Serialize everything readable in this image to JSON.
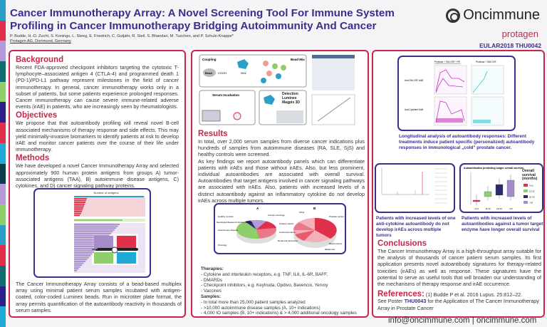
{
  "header": {
    "title": "Cancer Immunotherapy Array: A Novel Screening Tool For Immune System Profiling in Cancer Immunotherapy Bridging Autoimmunity And Cancer",
    "authors": "P. Budde, H.-D. Zucht, S. Konings, L. Steeg, E. Friedrich, C. Gutjahr, R. Steil, S. Bhandari, M. Tuschen, and P. Schulz-Knappe*",
    "affiliation": "Protagen AG, Dortmund, Germany",
    "logo": "Oncimmune",
    "logo2": "protagen",
    "poster_id": "EULAR2018 THU0042"
  },
  "left": {
    "background_h": "Background",
    "background": "Recent FDA-approved checkpoint inhibitors targeting the cytotoxic T-lymphocyte–associated antigen 4 (CTLA-4) and programmed death 1 (PD-1)/PD-L1 pathway represent milestones in the field of cancer immunotherapy. In general, cancer immunotherapy works only in a subset of patients, but some patients experience prolonged responses. Cancer immunotherapy can cause severe immune-related adverse events (irAE) in patients, who are increasingly seen by rheumatologists.",
    "objectives_h": "Objectives",
    "objectives": "We propose that that autoantibody profiling will reveal novel B-cell associated mechanisms of therapy response and side effects. This may yield minimally-invasive biomarkers to identify patients at risk to develop irAE and monitor cancer patients over the course of their life under immunotherapy.",
    "methods_h": "Methods",
    "methods": "We have developed a novel Cancer Immunotherapy Array and selected approximately 900 human protein antigens from groups A) tumor-associated antigens (TAA), B) autoimmune disease antigens, C) cytokines, and D) cancer signaling pathway proteins.",
    "fig_title": "Number of antigens",
    "methods2": "The Cancer Immunotherapy Array consists of a bead-based multiplex array using minimal patient serum samples incubated with antigen-coated, color-coded Luminex beads. Run in microtiter plate format, the array permits quantification of the autoantibody reactivity in thousands of serum samples."
  },
  "middle": {
    "workflow": {
      "coupling": "Coupling",
      "bead": "Bead",
      "cooh": "COOH",
      "nh2": "NH2",
      "bead_mix": "Bead Mix",
      "serum": "Serum Incubation",
      "detection": "Detection Luminex Magpix 3D"
    },
    "results_h": "Results",
    "results": "In total, over 2,000 serum samples from diverse cancer indications plus hundreds of samples from autoimmune diseases (RA, SLE, SjS) and healthy controls were screened.\nAs key findings we report autoantibody panels which can differentiate patients with irAEs and those without irAEs. Also, but less prominent, individual autoantibodies are associated with overall survival. Autoantibodies that target antigens involved in cancer signaling pathways are associated with irAEs. Also, patients with increased levels of a distinct autoantibody against an inflammatory cytokine do not develop irAEs across multiple tumors.",
    "pieA": {
      "label": "A",
      "slices": [
        "Healthy controls",
        "Neurological diseases & Infectious diseases",
        "Autoimmune disease",
        "Oncology",
        "Immuno-oncology"
      ]
    },
    "pieB": {
      "label": "B",
      "slices": [
        "Other",
        "Prostate cancer",
        "Ovarian cancer",
        "Colorectal cancer",
        "Renal cell carcinoma",
        "Breast cancer",
        "Melanoma"
      ]
    },
    "therapies_h": "Therapies:",
    "therapies": [
      "- Cytokine and interleukin receptors, e.g. TNF, IL6, IL-6R, BAFF,",
      "- DMARDs",
      "- Checkpoint inhibitors, e.g. Keytruda, Opdivo, Bavencio, Yervoy",
      "- Vaccines"
    ],
    "samples_h": "Samples:",
    "samples": [
      "- In total more than 25,000 patient samples analyzed",
      "- >10,000 autoimmune disease samples (A, 10+ indications)",
      "- 4,000 IO samples (B, 10+ indications) & > 4,000 additional oncology samples"
    ]
  },
  "right": {
    "long_cols": [
      "Prostvac + GM-CSF + IPI",
      "Prostvac + GM-CSF"
    ],
    "long_rows": [
      "Anti-GM-CSF AAB",
      "Anti-Cytokine AAB"
    ],
    "long_caption": "Longitudinal analysis of autoantibody responses: Different treatments induce patient specific (personalized) autoantibody responses in immunological „cold\" prostate cancer.",
    "box_title": "Autoantibodies predicting longer overall survival",
    "box_legend_title": "Overall survival (months)",
    "box_groups": [
      "4-11",
      "11-22",
      "22-33",
      ">33"
    ],
    "box_colors": [
      "#e0304a",
      "#8fcf6a",
      "#2b2a6e",
      "#a58cc8"
    ],
    "cap_left": "Patients with increased levels of one anti-cytokine autoantibody do not develop irAEs across multiple tumors",
    "cap_right": "Patients with increased levels of autoantibodies against a tumor target enzyme have longer overall survival",
    "conclusions_h": "Conclusions",
    "conclusions": "The Cancer Immunotherapy Array is a high-throughput array suitable for the analysis of thousands of cancer patient serum samples. Its first application presents novel autoantibody signatures for therapy-related toxicities (irAEs) as well as response. These signatures have the potential to serve as useful tools that will broaden our understanding of the mechanisms of therapy response and irAE occurrence.",
    "references_h": "References:",
    "ref1": "(1) Budde P et al. 2016 Lupus. 25:812–22.",
    "see_pre": "See Poster",
    "see_id": "THU0043",
    "see_post": "for the Application of The Cancer Immunotherapy Array in Prostate Cancer"
  },
  "footer": "info@oncimmune.com  |  oncimmune.com",
  "colors": {
    "accent": "#c8254a",
    "title": "#3a2f8c"
  }
}
